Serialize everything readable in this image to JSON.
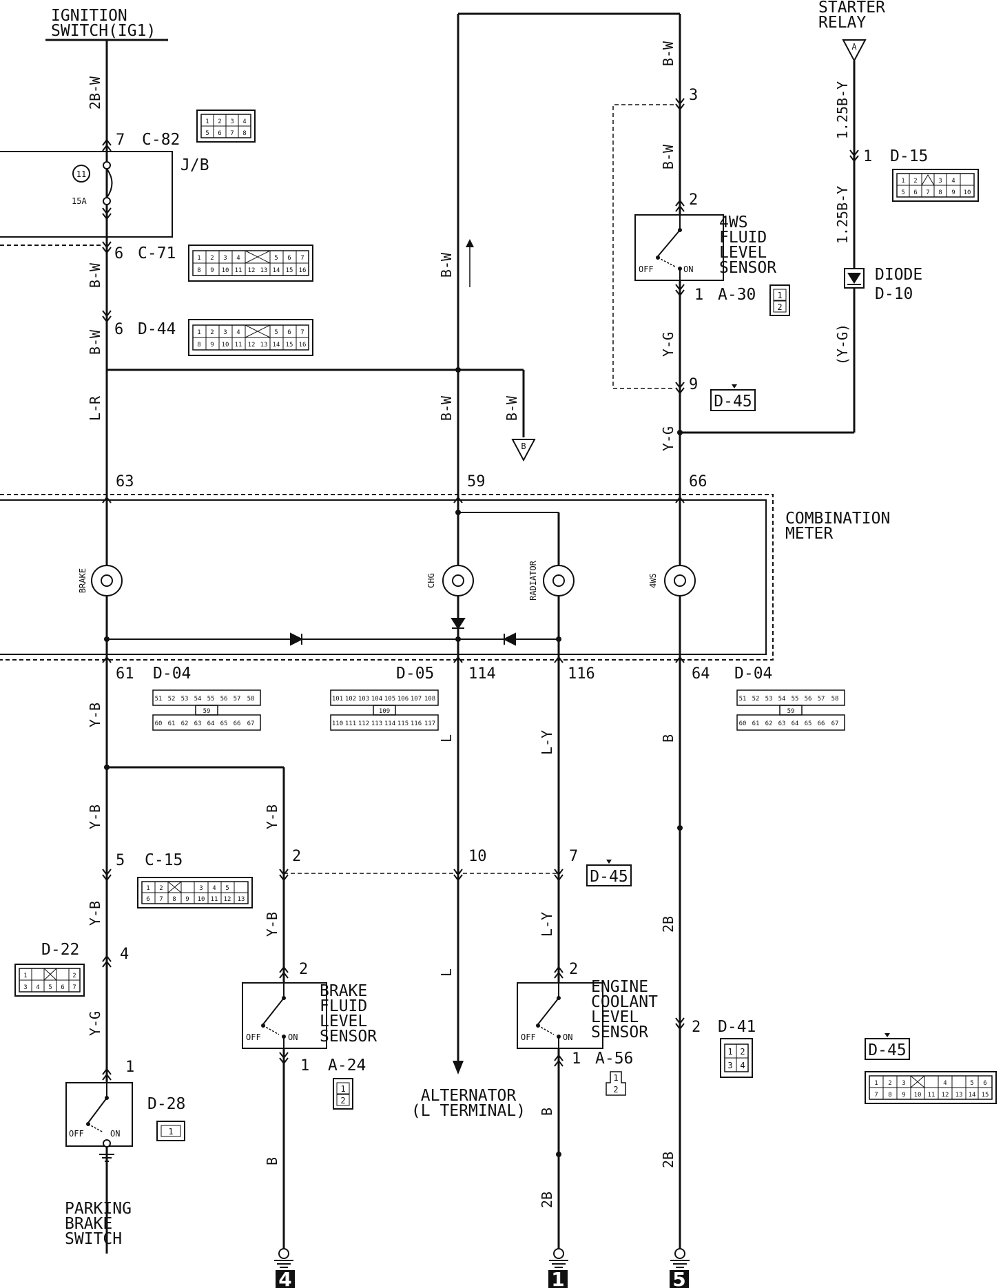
{
  "labels": {
    "ignition_switch": [
      "IGNITION",
      "SWITCH(IG1)"
    ],
    "starter_relay": [
      "STARTER",
      "RELAY"
    ],
    "jb": "J/B",
    "fuse_num": "11",
    "fuse_amp": "15A",
    "combination_meter": [
      "COMBINATION",
      "METER"
    ],
    "alternator": [
      "ALTERNATOR",
      "(L TERMINAL)"
    ],
    "parking_brake_switch": [
      "PARKING",
      "BRAKE",
      "SWITCH"
    ],
    "brake_fluid_sensor": [
      "BRAKE",
      "FLUID",
      "LEVEL",
      "SENSOR"
    ],
    "engine_coolant_sensor": [
      "ENGINE",
      "COOLANT",
      "LEVEL",
      "SENSOR"
    ],
    "ws4_sensor": [
      "4WS",
      "FLUID",
      "LEVEL",
      "SENSOR"
    ],
    "diode": [
      "DIODE",
      "D-10"
    ],
    "off": "OFF",
    "on": "ON",
    "lamps": {
      "brake": "BRAKE",
      "chg": "CHG",
      "radiator": "RADIATOR",
      "ws4": "4WS"
    }
  },
  "connectors": {
    "c82": "C-82",
    "c71": "C-71",
    "d44": "D-44",
    "d15": "D-15",
    "a30": "A-30",
    "d45": "D-45",
    "d04": "D-04",
    "d05": "D-05",
    "c15": "C-15",
    "d22": "D-22",
    "d28": "D-28",
    "a24": "A-24",
    "a56": "A-56",
    "d41": "D-41"
  },
  "connector_pins": {
    "c82": [
      [
        "1",
        "2",
        "3",
        "4"
      ],
      [
        "5",
        "6",
        "7",
        "8"
      ]
    ],
    "c71": [
      [
        "1",
        "2",
        "3",
        "4",
        "",
        "5",
        "6",
        "7"
      ],
      [
        "8",
        "9",
        "10",
        "11",
        "12",
        "13",
        "14",
        "15",
        "16"
      ]
    ],
    "d15": [
      [
        "1",
        "2",
        "",
        "3",
        "4"
      ],
      [
        "5",
        "6",
        "7",
        "8",
        "9",
        "10"
      ]
    ],
    "a30": [
      [
        "1"
      ],
      [
        "2"
      ]
    ],
    "d04": [
      [
        "51",
        "52",
        "53",
        "54",
        "55",
        "56",
        "57",
        "58"
      ],
      [
        "59"
      ],
      [
        "60",
        "61",
        "62",
        "63",
        "64",
        "65",
        "66",
        "67"
      ]
    ],
    "d05": [
      [
        "101",
        "102",
        "103",
        "104",
        "105",
        "106",
        "107",
        "108"
      ],
      [
        "109"
      ],
      [
        "110",
        "111",
        "112",
        "113",
        "114",
        "115",
        "116",
        "117"
      ]
    ],
    "c15": [
      [
        "1",
        "2",
        "",
        "3",
        "4",
        "5"
      ],
      [
        "6",
        "7",
        "8",
        "9",
        "10",
        "11",
        "12",
        "13"
      ]
    ],
    "d22": [
      [
        "1",
        "",
        "2"
      ],
      [
        "3",
        "4",
        "5",
        "6",
        "7"
      ]
    ],
    "d28": [
      [
        "1"
      ]
    ],
    "a24": [
      [
        "1"
      ],
      [
        "2"
      ]
    ],
    "a56": [
      [
        "1"
      ],
      [
        "2"
      ]
    ],
    "d41": [
      [
        "1",
        "2"
      ],
      [
        "3",
        "4"
      ]
    ],
    "d45": [
      [
        "1",
        "2",
        "3",
        "",
        "4",
        "5",
        "6"
      ],
      [
        "7",
        "8",
        "9",
        "10",
        "11",
        "12",
        "13",
        "14",
        "15"
      ]
    ]
  },
  "wires": {
    "w_2bw": "2B-W",
    "w_bw": "B-W",
    "w_lr": "L-R",
    "w_yb": "Y-B",
    "w_yg": "Y-G",
    "w_l": "L",
    "w_ly": "L-Y",
    "w_b": "B",
    "w_2b": "2B",
    "w_125by": "1.25B-Y",
    "w_ygp": "(Y-G)"
  },
  "pins": {
    "p7": "7",
    "p6": "6",
    "p63": "63",
    "p59": "59",
    "p66": "66",
    "p61": "61",
    "p114": "114",
    "p116": "116",
    "p64": "64",
    "p5": "5",
    "p2": "2",
    "p10": "10",
    "p4": "4",
    "p1": "1",
    "p3": "3",
    "p9": "9"
  },
  "markers": {
    "a": "A",
    "b": "B"
  },
  "grounds": [
    "4",
    "1",
    "5"
  ]
}
